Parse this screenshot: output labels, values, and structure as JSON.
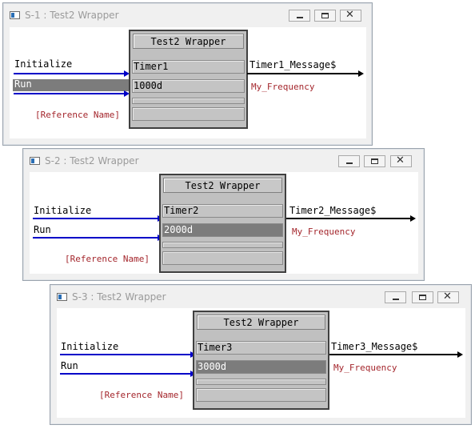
{
  "windows": [
    {
      "title": "S-1 : Test2 Wrapper",
      "symbol_title": "Test2 Wrapper",
      "inputs": [
        "Initialize",
        "Run"
      ],
      "fields": [
        "Timer1",
        "1000d",
        ""
      ],
      "outputs": [
        "Timer1_Message$",
        "My_Frequency"
      ],
      "reference": "[Reference Name]"
    },
    {
      "title": "S-2 : Test2 Wrapper",
      "symbol_title": "Test2 Wrapper",
      "inputs": [
        "Initialize",
        "Run"
      ],
      "fields": [
        "Timer2",
        "2000d",
        ""
      ],
      "outputs": [
        "Timer2_Message$",
        "My_Frequency"
      ],
      "reference": "[Reference Name]"
    },
    {
      "title": "S-3 : Test2 Wrapper",
      "symbol_title": "Test2 Wrapper",
      "inputs": [
        "Initialize",
        "Run"
      ],
      "fields": [
        "Timer3",
        "3000d",
        ""
      ],
      "outputs": [
        "Timer3_Message$",
        "My_Frequency"
      ],
      "reference": "[Reference Name]"
    }
  ],
  "colors": {
    "input_wire": "#0000c8",
    "output_wire": "#000000",
    "parameter_text": "#a4262c",
    "highlight": "#7c7c7c"
  },
  "icons": [
    "window-icon",
    "minimize-icon",
    "maximize-icon",
    "close-icon"
  ]
}
